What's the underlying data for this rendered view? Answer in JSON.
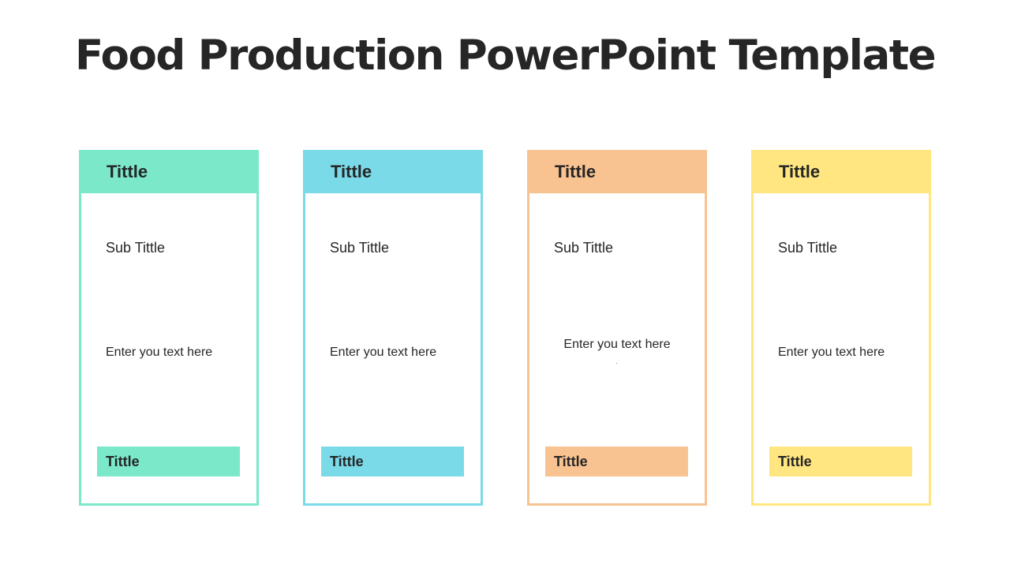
{
  "title": "Food Production PowerPoint Template",
  "cards": [
    {
      "header": "Tittle",
      "subtitle": "Sub Tittle",
      "text": "Enter you text here",
      "footer": "Tittle",
      "color": "#7BE8CA"
    },
    {
      "header": "Tittle",
      "subtitle": "Sub Tittle",
      "text": "Enter you text here",
      "footer": "Tittle",
      "color": "#7ADAE8"
    },
    {
      "header": "Tittle",
      "subtitle": "Sub Tittle",
      "text": "Enter you text here",
      "footer": "Tittle",
      "color": "#F8C391"
    },
    {
      "header": "Tittle",
      "subtitle": "Sub Tittle",
      "text": "Enter you text here",
      "footer": "Tittle",
      "color": "#FFE680"
    }
  ]
}
